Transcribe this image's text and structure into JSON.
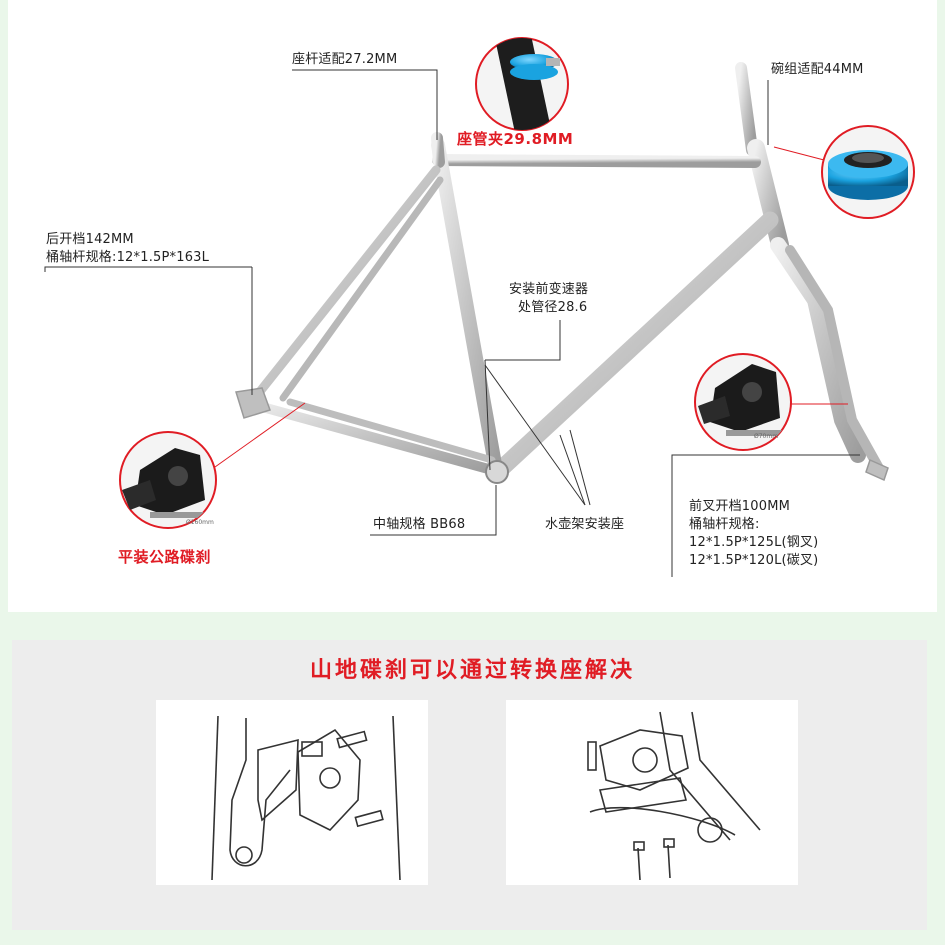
{
  "labels": {
    "seatpost": "座杆适配27.2MM",
    "seat_clamp": "座管夹29.8MM",
    "headset": "碗组适配44MM",
    "rear_spacing_1": "后开档142MM",
    "rear_spacing_2": "桶轴杆规格:12*1.5P*163L",
    "front_derailleur_1": "安装前变速器",
    "front_derailleur_2": "处管径28.6",
    "bottom_bracket": "中轴规格 BB68",
    "bottle_cage": "水壶架安装座",
    "fork_1": "前叉开档100MM",
    "fork_2": "桶轴杆规格:",
    "fork_3": "12*1.5P*125L(钢叉)",
    "fork_4": "12*1.5P*120L(碳叉)",
    "flat_mount": "平装公路碟刹"
  },
  "headline": "山地碟刹可以通过转换座解决",
  "caliper_marks": {
    "rear": "Ø160mm",
    "front": "Ø70mm"
  },
  "colors": {
    "accent_red": "#e01c24",
    "headset_blue": "#1aa3e0",
    "frame_silver": "#c9c9c9",
    "background_green": "#eaf7ea"
  }
}
